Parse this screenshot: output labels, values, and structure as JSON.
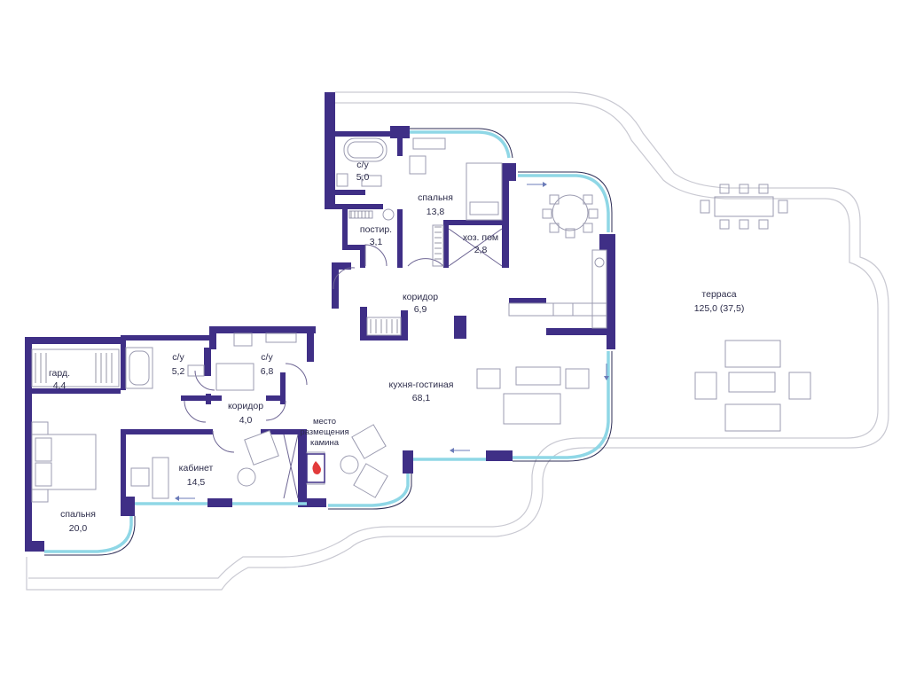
{
  "rooms": [
    {
      "id": "bath1",
      "name": "с/у",
      "area": "5,0"
    },
    {
      "id": "bedroom1",
      "name": "спальня",
      "area": "13,8"
    },
    {
      "id": "laundry",
      "name": "постир.",
      "area": "3,1"
    },
    {
      "id": "utility",
      "name": "хоз. пом",
      "area": "2,8"
    },
    {
      "id": "corridor1",
      "name": "коридор",
      "area": "6,9"
    },
    {
      "id": "terrace",
      "name": "терраса",
      "area": "125,0 (37,5)"
    },
    {
      "id": "bath2",
      "name": "с/у",
      "area": "5,2"
    },
    {
      "id": "bath3",
      "name": "с/у",
      "area": "6,8"
    },
    {
      "id": "wardrobe",
      "name": "гард.",
      "area": "4,4"
    },
    {
      "id": "living",
      "name": "кухня-гостиная",
      "area": "68,1"
    },
    {
      "id": "corridor2",
      "name": "коридор",
      "area": "4,0"
    },
    {
      "id": "study",
      "name": "кабинет",
      "area": "14,5"
    },
    {
      "id": "bedroom2",
      "name": "спальня",
      "area": "20,0"
    }
  ],
  "fireplace_note": [
    "место",
    "размещения",
    "камина"
  ],
  "colors": {
    "wall": "#3f2f86",
    "glass": "#8fd7e6",
    "outline": "#c9c9d2",
    "fireplace": "#e23b3b"
  }
}
